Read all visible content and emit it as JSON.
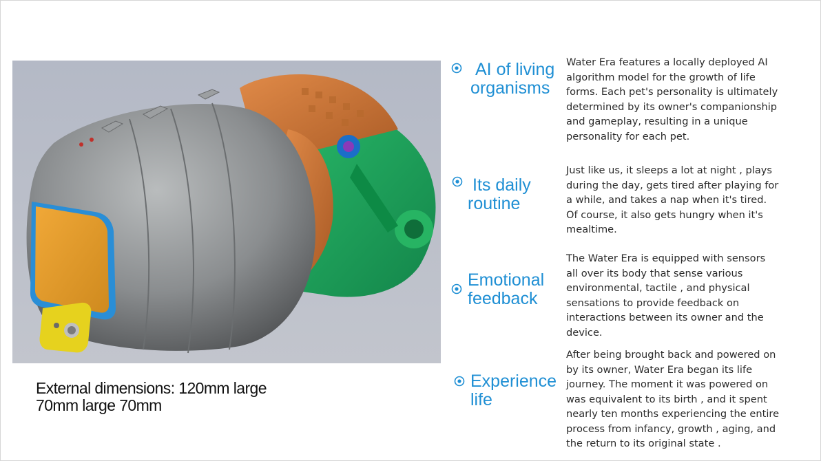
{
  "product": {
    "image_alt": "Water Era device 3D render",
    "dimensions_lines": [
      "External dimensions: 120mm large",
      "70mm large 70mm"
    ]
  },
  "features": [
    {
      "title_lines": [
        "AI of living",
        "organisms"
      ],
      "icon": "target-bullet-icon",
      "description": "Water Era features a locally deployed AI algorithm model for the growth of life forms. Each pet's personality is ultimately determined by its owner's companionship and gameplay, resulting in a unique personality for each pet."
    },
    {
      "title_lines": [
        "Its daily",
        "routine"
      ],
      "icon": "target-bullet-icon",
      "description": "Just like us, it sleeps a lot at night , plays during the day, gets tired after playing for a while, and takes a nap when it's tired. Of course, it also gets hungry when it's mealtime."
    },
    {
      "title_lines": [
        "Emotional",
        "feedback"
      ],
      "icon": "target-bullet-icon",
      "description": "The Water Era is equipped with sensors all over its body that sense various environmental, tactile , and physical sensations to provide feedback on interactions between its owner and the device."
    },
    {
      "title_lines": [
        "Experience",
        "life"
      ],
      "icon": "target-bullet-icon",
      "description": "After being brought back and powered on by its owner, Water Era began its life journey. The moment it was powered on was equivalent to its birth , and it spent nearly ten months experiencing the entire process from infancy, growth , aging, and the return to its original state ."
    }
  ],
  "colors": {
    "accent": "#1f8fd4",
    "body_text": "#2b2b2b",
    "render_background": "#b9bdc8",
    "shell_grey": "#8a8d8f",
    "panel_orange": "#e09a2a",
    "gear_copper": "#c9773c",
    "chassis_green": "#1fa25a",
    "clip_yellow": "#e6d21e"
  }
}
